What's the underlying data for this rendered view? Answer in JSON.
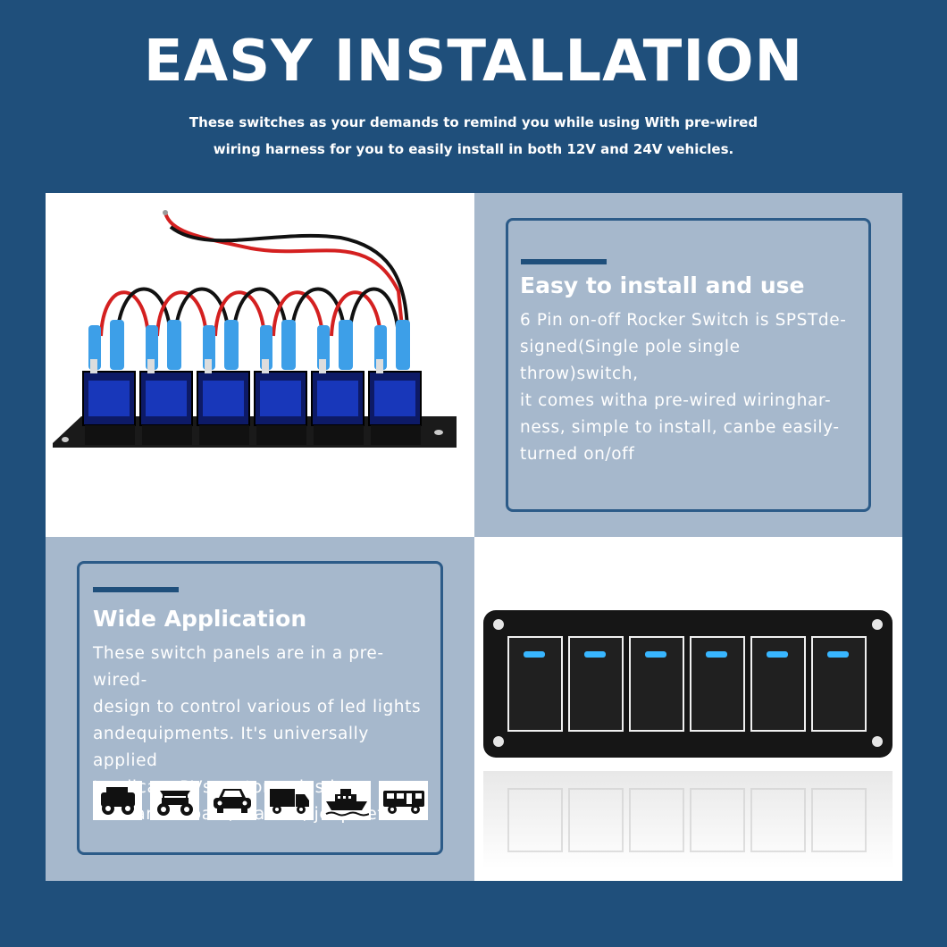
{
  "header": {
    "title": "EASY INSTALLATION",
    "subtitle_line1": "These switches as your demands to remind you while using With pre-wired",
    "subtitle_line2": "wiring harness for you to easily install in both 12V and 24V vehicles."
  },
  "install_card": {
    "heading": "Easy to install and use",
    "lines": [
      "6 Pin on-off Rocker Switch is SPSTde-",
      "signed(Single pole single throw)switch,",
      "it comes witha pre-wired wiringhar-",
      "ness, simple to install, canbe easily-",
      "turned on/off"
    ]
  },
  "application_card": {
    "heading": "Wide Application",
    "lines": [
      "These switch panels are in a pre-wired-",
      "design to control various of led lights",
      "andequipments. It's universally applied",
      "to allcars,RVs,motorcycles.bus-",
      "es.marineboats, trailers, jeeps etc"
    ],
    "vehicle_icons": [
      "jeep-icon",
      "utv-icon",
      "car-icon",
      "truck-icon",
      "boat-icon",
      "rv-icon"
    ]
  },
  "colors": {
    "background": "#1f4f7b",
    "panel_blue": "#a6b8cc",
    "led": "#38b6ff"
  }
}
